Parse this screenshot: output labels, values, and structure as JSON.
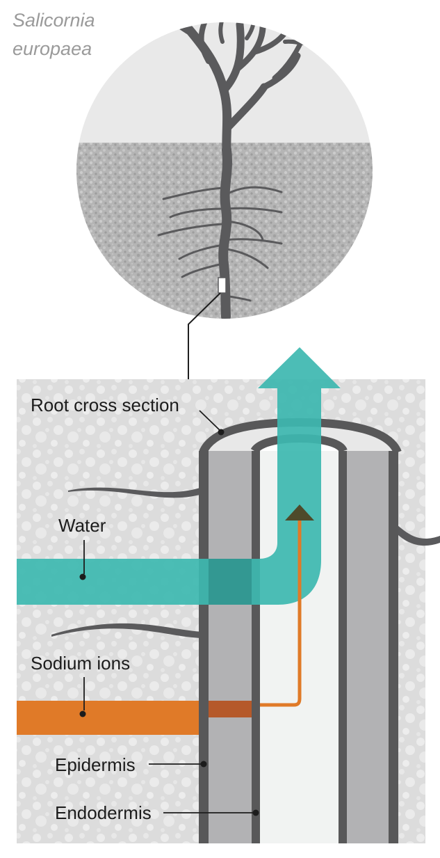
{
  "species": {
    "line1": "Salicornia",
    "line2": "europaea"
  },
  "labels": {
    "root_cross_section": "Root cross section",
    "water": "Water",
    "sodium_ions": "Sodium ions",
    "epidermis": "Epidermis",
    "endodermis": "Endodermis"
  },
  "colors": {
    "water": "#3db8b0",
    "sodium": "#e07a28",
    "outer_tissue": "#b2b2b4",
    "inner_core": "#f1f3f2",
    "wall": "#585859",
    "soil_panel": "#dcdcdc",
    "sky": "#e9e9e9",
    "soil_circle": "#b9b9b9",
    "plant": "#5a5a5c"
  }
}
